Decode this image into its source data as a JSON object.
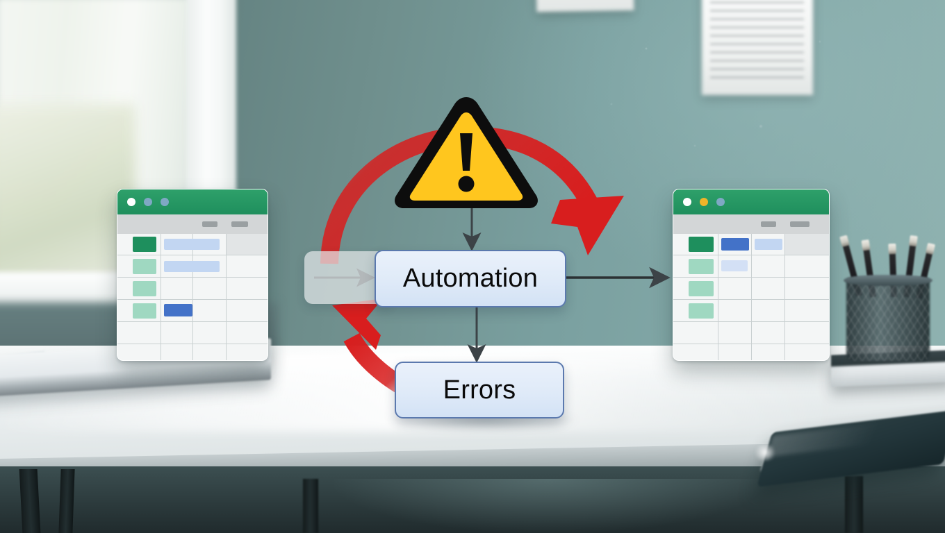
{
  "scene": {
    "title": "Automation error feedback loop on office desk",
    "setting": "office-desk-teal-wall",
    "background_colors": {
      "wall": "#7aa0a0",
      "wall_dark": "#5e7d7e",
      "desk": "#eef2f3",
      "desk_edge": "#aab4b6",
      "under_desk": "#2b393b"
    }
  },
  "diagram": {
    "nodes": [
      {
        "id": "automation",
        "label": "Automation",
        "fill": "#dfeaf8",
        "border": "#5b79ae"
      },
      {
        "id": "errors",
        "label": "Errors",
        "fill": "#dfeaf8",
        "border": "#5b79ae"
      }
    ],
    "ghost_node": {
      "id": "input-placeholder",
      "label": "",
      "fill": "#e2e6e8"
    },
    "connectors": [
      {
        "id": "input-to-automation",
        "from": "input-placeholder",
        "to": "automation",
        "style": "straight",
        "color": "#3c4347"
      },
      {
        "id": "automation-to-output",
        "from": "automation",
        "to": "output-spreadsheet",
        "style": "straight",
        "color": "#2b3133"
      },
      {
        "id": "warning-to-automation",
        "from": "warning",
        "to": "automation",
        "style": "straight-down",
        "color": "#3c4347"
      },
      {
        "id": "automation-to-errors",
        "from": "automation",
        "to": "errors",
        "style": "straight-down",
        "color": "#3c4347"
      },
      {
        "id": "warning-curve-right",
        "from": "warning",
        "to": "output-spreadsheet",
        "style": "curved-red",
        "color": "#d81e1e"
      },
      {
        "id": "errors-curve-back",
        "from": "errors",
        "to": "automation-input",
        "style": "curved-red",
        "color": "#d81e1e"
      }
    ],
    "warning_icon": {
      "name": "warning-triangle-icon",
      "fill": "#ffc61e",
      "stroke": "#0d0d0d",
      "glyph": "!"
    },
    "accent_red": "#d81e1e"
  },
  "spreadsheet_left": {
    "name": "source-spreadsheet",
    "titlebar_color": "#24925f",
    "dots": [
      "#ffffff",
      "#7fa8c4",
      "#7fa8c4"
    ],
    "toolbar_chips": 2,
    "header_cells": [
      "#1e8f5d",
      "#9fd8c1",
      "#9fd8c1",
      "#9fd8c1"
    ],
    "data_cells": [
      {
        "row": 1,
        "col": 2,
        "color": "#c2d6f2",
        "width": "wide"
      },
      {
        "row": 2,
        "col": 2,
        "color": "#c2d6f2",
        "width": "wide"
      },
      {
        "row": 4,
        "col": 2,
        "color": "#4372c8",
        "width": "narrow"
      }
    ],
    "rows": 5,
    "cols": 4
  },
  "spreadsheet_right": {
    "name": "result-spreadsheet",
    "titlebar_color": "#24925f",
    "dots": [
      "#ffffff",
      "#f0b429",
      "#7fa8c4"
    ],
    "toolbar_chips": 2,
    "header_cells": [
      "#1e8f5d",
      "#9fd8c1",
      "#9fd8c1",
      "#9fd8c1"
    ],
    "data_cells": [
      {
        "row": 1,
        "col": 2,
        "color": "#4372c8",
        "width": "narrow"
      },
      {
        "row": 1,
        "col": 3,
        "color": "#c2d6f2",
        "width": "narrow"
      },
      {
        "row": 2,
        "col": 2,
        "color": "#d3e0f5",
        "width": "narrow"
      }
    ],
    "rows": 5,
    "cols": 4
  },
  "desk_objects": [
    {
      "name": "laptop",
      "position": "bottom-left"
    },
    {
      "name": "pencil-cup",
      "position": "right",
      "pencil_count": 5
    },
    {
      "name": "book-stack",
      "position": "right"
    },
    {
      "name": "tablet",
      "position": "bottom-right"
    },
    {
      "name": "window",
      "position": "left"
    },
    {
      "name": "wall-papers",
      "count": 2,
      "position": "top-right"
    }
  ]
}
